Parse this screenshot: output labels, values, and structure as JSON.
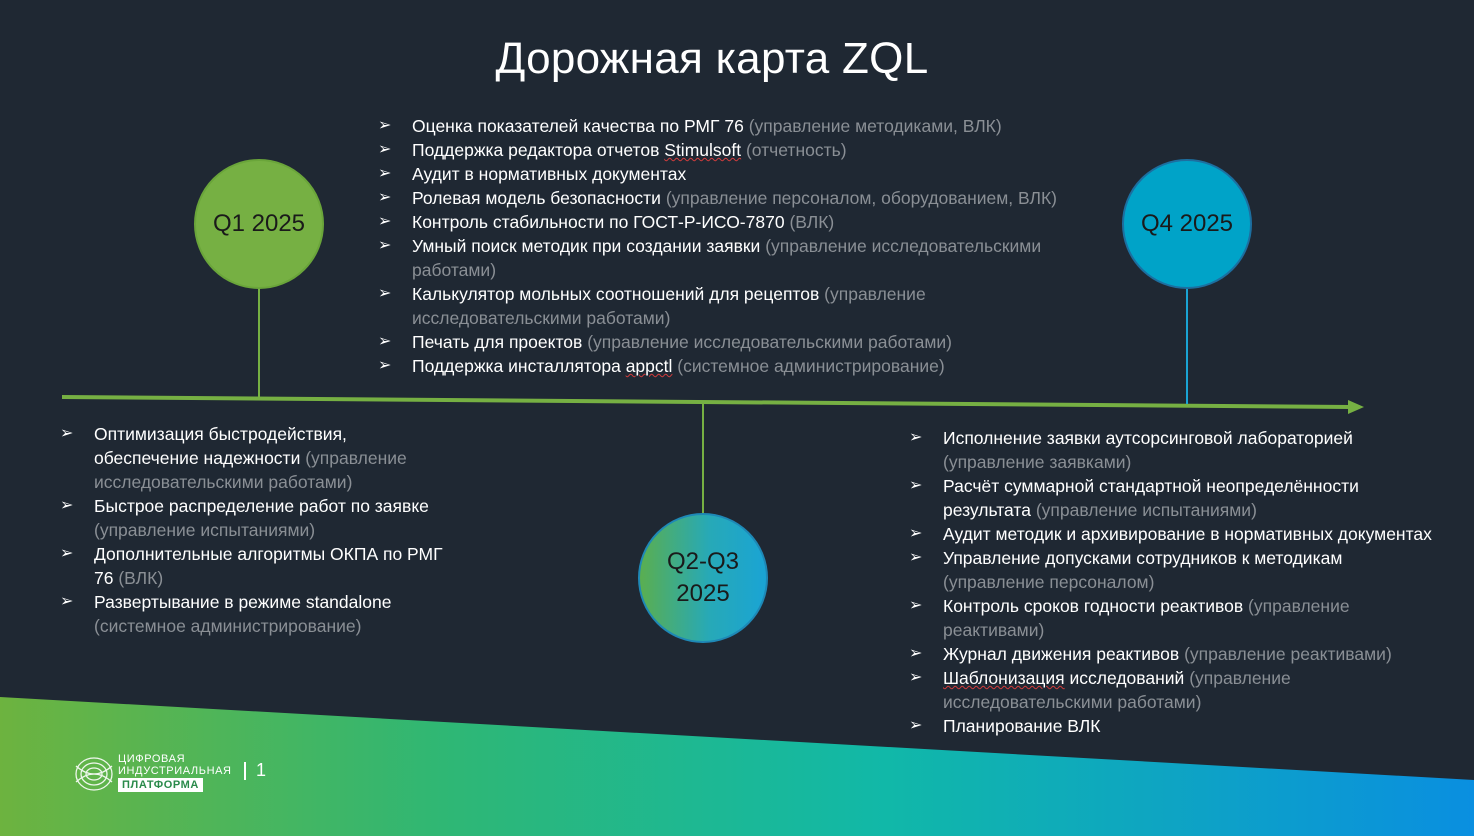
{
  "title": "Дорожная карта ZQL",
  "milestones": {
    "q1": "Q1 2025",
    "q23": "Q2-Q3 2025",
    "q4": "Q4 2025"
  },
  "top_items": [
    {
      "text": "Оценка показателей качества по РМГ 76",
      "note": "(управление методиками, ВЛК)"
    },
    {
      "text_before": "Поддержка редактора отчетов ",
      "underlined": "Stimulsoft",
      "text_after": "",
      "note": "(отчетность)"
    },
    {
      "text": "Аудит в нормативных документах",
      "note": ""
    },
    {
      "text": "Ролевая модель безопасности",
      "note": "(управление персоналом, оборудованием, ВЛК)"
    },
    {
      "text": "Контроль стабильности по ГОСТ-Р-ИСО-7870",
      "note": "(ВЛК)"
    },
    {
      "text": "Умный поиск методик при создании заявки",
      "note": "(управление исследовательскими работами)"
    },
    {
      "text": "Калькулятор мольных соотношений для рецептов",
      "note": "(управление исследовательскими работами)"
    },
    {
      "text": "Печать для проектов",
      "note": "(управление исследовательскими работами)"
    },
    {
      "text_before": "Поддержка инсталлятора ",
      "underlined": "appctl",
      "text_after": "",
      "note": "(системное администрирование)"
    }
  ],
  "q1_items": [
    {
      "text": "Оптимизация быстродействия, обеспечение надежности",
      "note": "(управление исследовательскими работами)"
    },
    {
      "text": "Быстрое распределение работ по заявке",
      "note": "(управление испытаниями)"
    },
    {
      "text": "Дополнительные алгоритмы ОКПА по РМГ 76",
      "note": "(ВЛК)"
    },
    {
      "text": "Развертывание в режиме standalone",
      "note": "(системное администрирование)"
    }
  ],
  "q4_items": [
    {
      "text": "Исполнение заявки аутсорсинговой лабораторией",
      "note": "(управление заявками)"
    },
    {
      "text": "Расчёт суммарной стандартной неопределённости результата",
      "note": "(управление испытаниями)"
    },
    {
      "text": "Аудит методик и архивирование в нормативных документах",
      "note": ""
    },
    {
      "text": "Управление допусками сотрудников к методикам",
      "note": "(управление персоналом)"
    },
    {
      "text": "Контроль сроков годности реактивов",
      "note": "(управление реактивами)"
    },
    {
      "text": "Журнал движения реактивов",
      "note": "(управление реактивами)"
    },
    {
      "text_before": "",
      "underlined": "Шаблонизация",
      "text_after": " исследований",
      "note": "(управление исследовательскими работами)"
    },
    {
      "text": "Планирование ВЛК",
      "note": ""
    }
  ],
  "footer": {
    "logo_line1": "ЦИФРОВАЯ",
    "logo_line2": "ИНДУСТРИАЛЬНАЯ",
    "logo_badge": "ПЛАТФОРМА",
    "page_number": "1"
  },
  "colors": {
    "background": "#1f2833",
    "timeline": "#76b043",
    "q1": "#76b043",
    "q4": "#00a3c8",
    "note_text": "#8a8f95"
  },
  "bullet_icon": "arrow-bullet-icon"
}
